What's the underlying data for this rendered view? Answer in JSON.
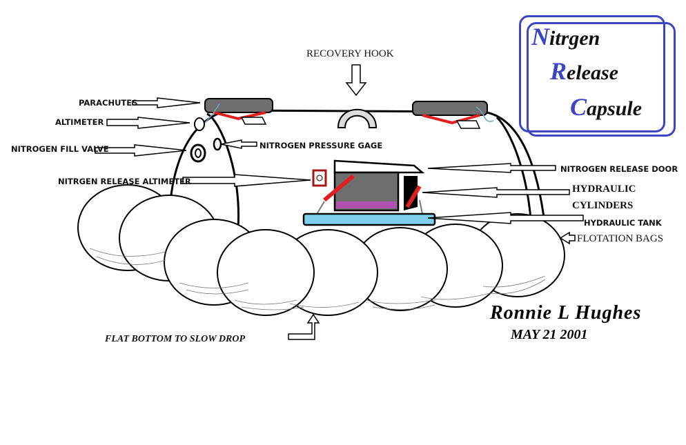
{
  "title": {
    "line1": {
      "initial": "N",
      "rest": "itrgen"
    },
    "line2": {
      "initial": "R",
      "rest": "elease"
    },
    "line3": {
      "initial": "C",
      "rest": "apsule"
    }
  },
  "labels": {
    "recovery_hook": "RECOVERY HOOK",
    "parachutes": "PARACHUTES",
    "altimeter": "ALTIMETER",
    "fill_valve": "NITROGEN FILL VALVE",
    "pressure_gage": "NITROGEN PRESSURE  GAGE",
    "release_altimeter": "NITRGEN RELEASE ALTIMETER",
    "release_door": "NITROGEN RELEASE DOOR",
    "hydraulic_cylinders_1": "HYDRAULIC",
    "hydraulic_cylinders_2": "CYLINDERS",
    "hydraulic_tank": "HYDRAULIC TANK",
    "flotation_bags": "FLOTATION BAGS",
    "flat_bottom": "FLAT BOTTOM TO SLOW DROP"
  },
  "signature": {
    "name": "Ronnie L Hughes",
    "date": "MAY 21 2001"
  },
  "colors": {
    "accent": "#3c45c4",
    "red": "#e02020",
    "gray": "#6e6e6e",
    "water": "#7fd0ec"
  }
}
